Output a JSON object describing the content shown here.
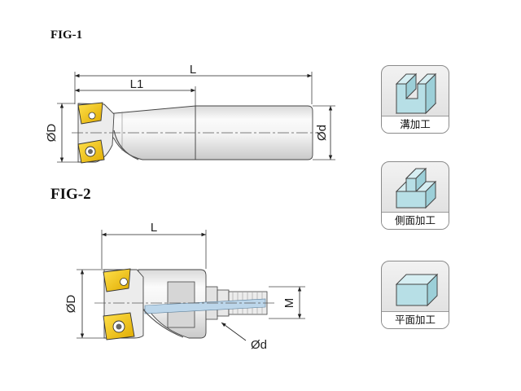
{
  "figures": {
    "fig1": {
      "title": "FIG-1",
      "dim_L": "L",
      "dim_L1": "L1",
      "dim_D": "ØD",
      "dim_d": "Ød"
    },
    "fig2": {
      "title": "FIG-2",
      "dim_L": "L",
      "dim_D": "ØD",
      "dim_M": "M",
      "dim_d": "Ød"
    }
  },
  "operations": [
    {
      "label": "溝加工",
      "icon": "slot-machining-icon"
    },
    {
      "label": "側面加工",
      "icon": "side-machining-icon"
    },
    {
      "label": "平面加工",
      "icon": "face-machining-icon"
    }
  ],
  "colors": {
    "insert": "#f5c400",
    "body_light": "#f4f4f4",
    "body_shade": "#cfcfcf",
    "coolant": "#bcd6ea",
    "icon_fill": "#b7dfe6"
  }
}
